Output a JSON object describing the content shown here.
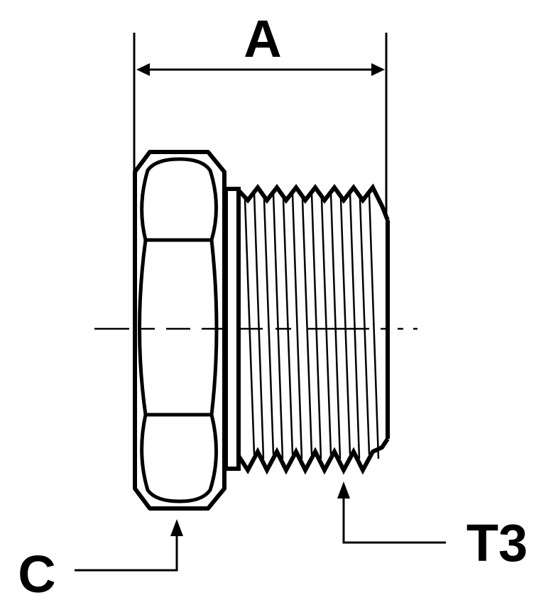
{
  "labels": {
    "dimension_a": "A",
    "hex_size": "C",
    "thread": "T3"
  },
  "colors": {
    "ink": "#000000",
    "background": "#ffffff"
  }
}
